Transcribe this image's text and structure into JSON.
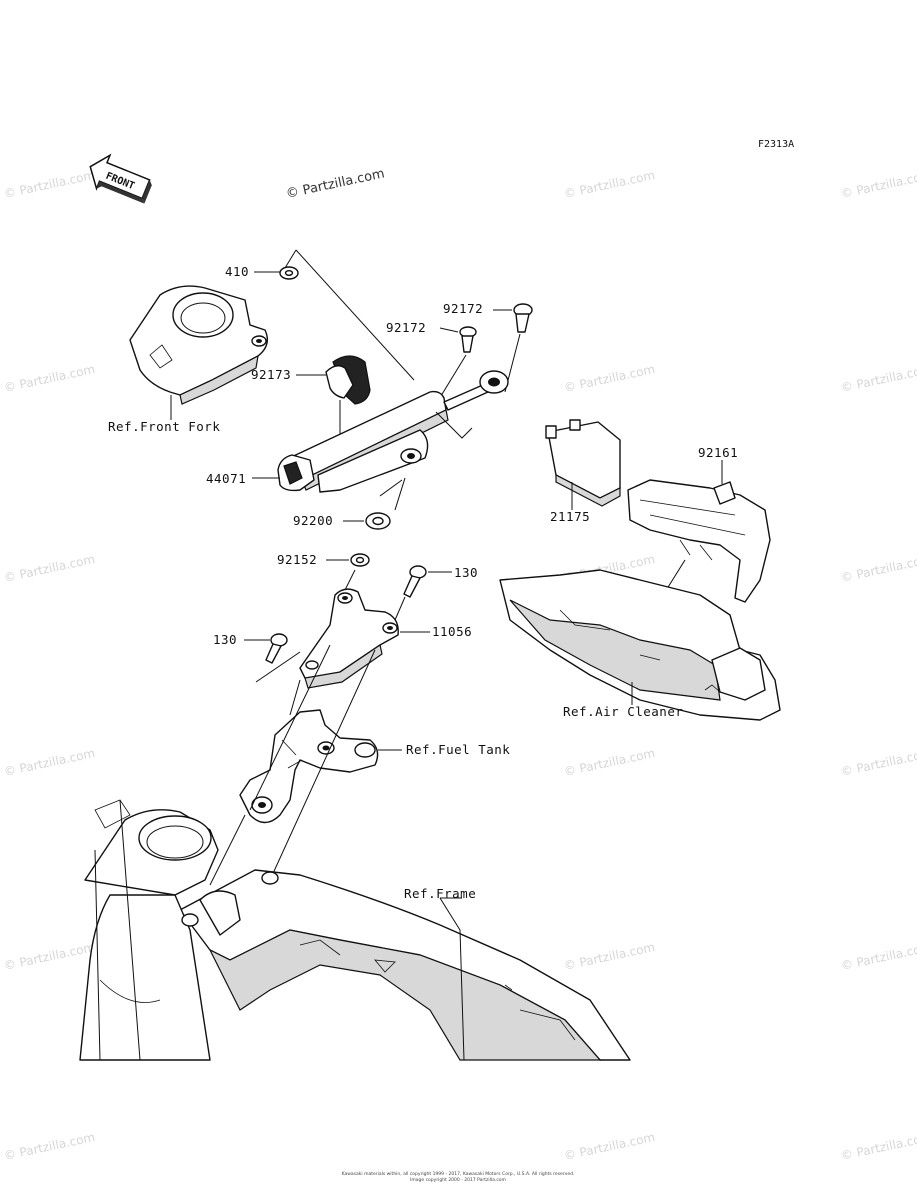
{
  "diagram_code": "F2313A",
  "front_label": "FRONT",
  "watermark_main": "© Partzilla.com",
  "watermark_repeat": "© Partzilla.com",
  "copyright_line1": "Kawasaki materials within, all copyright 1999 - 2017, Kawasaki Motors Corp., U.S.A. All rights reserved.",
  "copyright_line2": "Image copyright 2000 - 2017 Partzilla.com",
  "labels": {
    "p410": "410",
    "ref_front_fork": "Ref.Front Fork",
    "p92172a": "92172",
    "p92172b": "92172",
    "p92173": "92173",
    "p44071": "44071",
    "p92200": "92200",
    "p92152": "92152",
    "p130a": "130",
    "p130b": "130",
    "p11056": "11056",
    "p92161": "92161",
    "p21175": "21175",
    "ref_air_cleaner": "Ref.Air Cleaner",
    "ref_fuel_tank": "Ref.Fuel Tank",
    "ref_frame": "Ref.Frame"
  }
}
